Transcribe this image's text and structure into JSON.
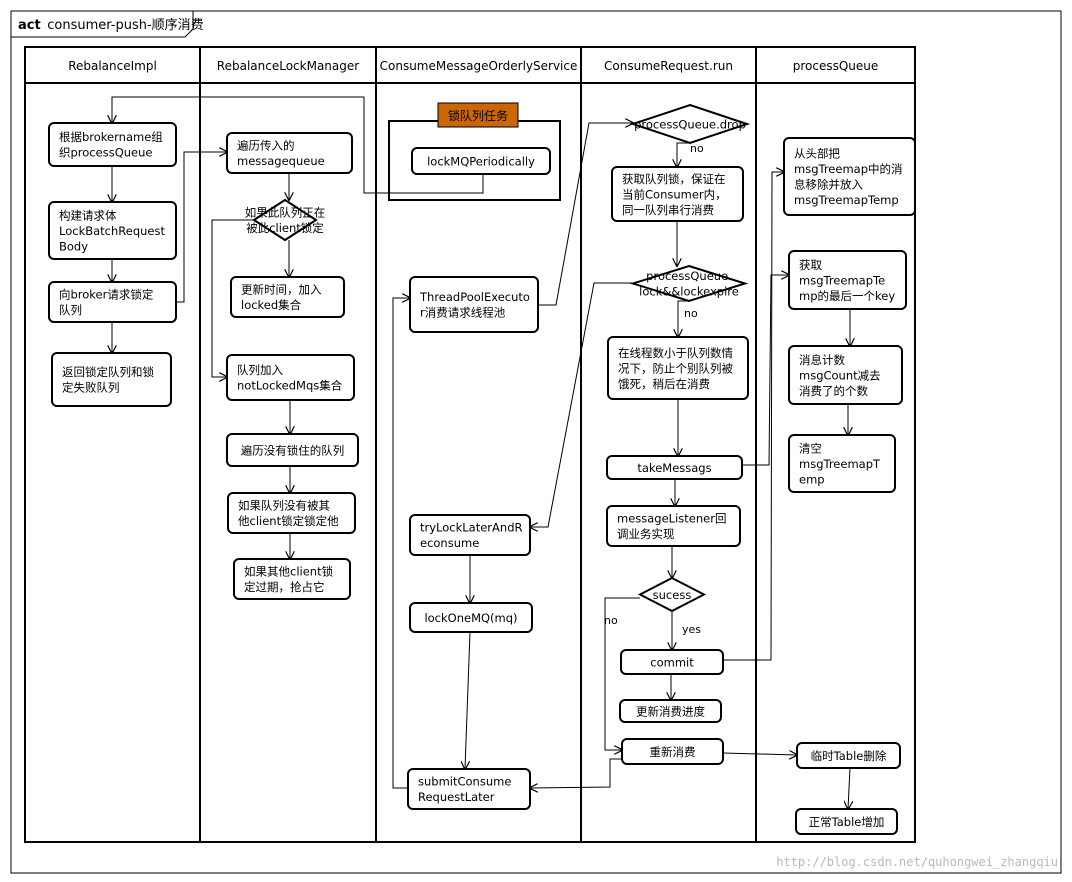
{
  "diagram": {
    "frame_keyword": "act",
    "frame_name": "consumer-push-顺序消费",
    "watermark": "http://blog.csdn.net/quhongwei_zhangqiu",
    "lanes": [
      {
        "id": "lane-rebalance-impl",
        "title": "RebalanceImpl"
      },
      {
        "id": "lane-rebalance-lock-manager",
        "title": "RebalanceLockManager"
      },
      {
        "id": "lane-consume-message-orderly-service",
        "title": "ConsumeMessageOrderlyService"
      },
      {
        "id": "lane-consume-request-run",
        "title": "ConsumeRequest.run"
      },
      {
        "id": "lane-process-queue",
        "title": "processQueue"
      }
    ],
    "group": {
      "label": "锁队列任务",
      "fill": "#cc6600"
    },
    "nodes": [
      {
        "id": "a1",
        "shape": "action",
        "lines": [
          "根据brokername组",
          "织processQueue"
        ]
      },
      {
        "id": "a2",
        "shape": "action",
        "lines": [
          "构建请求体",
          "LockBatchRequest",
          "Body"
        ]
      },
      {
        "id": "a3",
        "shape": "action",
        "lines": [
          "向broker请求锁定",
          "队列"
        ]
      },
      {
        "id": "a4",
        "shape": "action",
        "lines": [
          "返回锁定队列和锁",
          "定失败队列"
        ]
      },
      {
        "id": "b1",
        "shape": "action",
        "lines": [
          "遍历传入的",
          "messagequeue"
        ]
      },
      {
        "id": "b2",
        "shape": "decision",
        "lines": [
          "如果此队列正在",
          "被此client锁定"
        ]
      },
      {
        "id": "b3",
        "shape": "action",
        "lines": [
          "更新时间，加入",
          "locked集合"
        ]
      },
      {
        "id": "b4",
        "shape": "action",
        "lines": [
          "队列加入",
          "notLockedMqs集合"
        ]
      },
      {
        "id": "b5",
        "shape": "action",
        "lines": [
          "遍历没有锁住的队列"
        ]
      },
      {
        "id": "b6",
        "shape": "action",
        "lines": [
          "如果队列没有被其",
          "他client锁定锁定他"
        ]
      },
      {
        "id": "b7",
        "shape": "action",
        "lines": [
          "如果其他client锁",
          "定过期，抢占它"
        ]
      },
      {
        "id": "c1",
        "shape": "action",
        "lines": [
          "lockMQPeriodically"
        ]
      },
      {
        "id": "c2",
        "shape": "action",
        "lines": [
          "ThreadPoolExecuto",
          "r消费请求线程池"
        ]
      },
      {
        "id": "c3",
        "shape": "action",
        "lines": [
          "tryLockLaterAndR",
          "econsume"
        ]
      },
      {
        "id": "c4",
        "shape": "action",
        "lines": [
          "lockOneMQ(mq)"
        ]
      },
      {
        "id": "c5",
        "shape": "action",
        "lines": [
          "submitConsume",
          "RequestLater"
        ]
      },
      {
        "id": "d1",
        "shape": "decision",
        "lines": [
          "processQueue.drop"
        ]
      },
      {
        "id": "d2",
        "shape": "action",
        "lines": [
          "获取队列锁，保证在",
          "当前Consumer内，",
          "同一队列串行消费"
        ]
      },
      {
        "id": "d3",
        "shape": "decision",
        "lines": [
          "processQueue.",
          "lock&&lockexpire"
        ]
      },
      {
        "id": "d4",
        "shape": "action",
        "lines": [
          "在线程数小于队列数情",
          "况下，防止个别队列被",
          "饿死，稍后在消费"
        ]
      },
      {
        "id": "d5",
        "shape": "action",
        "lines": [
          "takeMessags"
        ]
      },
      {
        "id": "d6",
        "shape": "action",
        "lines": [
          "messageListener回",
          "调业务实现"
        ]
      },
      {
        "id": "d7",
        "shape": "decision",
        "lines": [
          "sucess"
        ]
      },
      {
        "id": "d8",
        "shape": "action",
        "lines": [
          "commit"
        ]
      },
      {
        "id": "d9",
        "shape": "action",
        "lines": [
          "更新消费进度"
        ]
      },
      {
        "id": "d10",
        "shape": "action",
        "lines": [
          "重新消费"
        ]
      },
      {
        "id": "e1",
        "shape": "action",
        "lines": [
          "从头部把",
          "msgTreemap中的消",
          "息移除并放入",
          "msgTreemapTemp"
        ]
      },
      {
        "id": "e2",
        "shape": "action",
        "lines": [
          "获取",
          "msgTreemapTe",
          "mp的最后一个key"
        ]
      },
      {
        "id": "e3",
        "shape": "action",
        "lines": [
          "消息计数",
          "msgCount减去",
          "消费了的个数"
        ]
      },
      {
        "id": "e4",
        "shape": "action",
        "lines": [
          "清空",
          "msgTreemapT",
          "emp"
        ]
      },
      {
        "id": "e5",
        "shape": "action",
        "lines": [
          "临时Table删除"
        ]
      },
      {
        "id": "e6",
        "shape": "action",
        "lines": [
          "正常Table增加"
        ]
      }
    ],
    "edge_labels": {
      "drop_no": "no",
      "lock_no": "no",
      "success_yes": "yes",
      "success_no": "no"
    }
  }
}
